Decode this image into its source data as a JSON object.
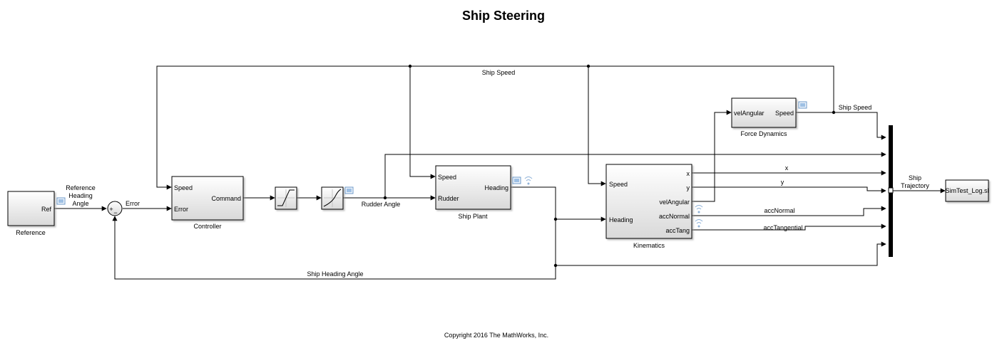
{
  "title": "Ship Steering",
  "copyright": "Copyright 2016 The MathWorks, Inc.",
  "blocks": {
    "reference": {
      "name": "Reference",
      "port_out": "Ref"
    },
    "controller": {
      "name": "Controller",
      "port_in_1": "Speed",
      "port_in_2": "Error",
      "port_out": "Command"
    },
    "sum": {
      "sign_plus": "+",
      "sign_minus": "−"
    },
    "ship_plant": {
      "name": "Ship Plant",
      "port_in_1": "Speed",
      "port_in_2": "Rudder",
      "port_out": "Heading"
    },
    "kinematics": {
      "name": "Kinematics",
      "port_in_1": "Speed",
      "port_in_2": "Heading",
      "port_out_1": "x",
      "port_out_2": "y",
      "port_out_3": "velAngular",
      "port_out_4": "accNormal",
      "port_out_5": "accTang"
    },
    "force_dynamics": {
      "name": "Force Dynamics",
      "port_in": "velAngular",
      "port_out": "Speed"
    },
    "log": {
      "name": "SimTest_Log.sl"
    }
  },
  "signals": {
    "ref_heading": [
      "Reference",
      "Heading",
      "Angle"
    ],
    "error": "Error",
    "rudder_angle": "Rudder Angle",
    "ship_speed_top": "Ship Speed",
    "ship_speed_right": "Ship Speed",
    "ship_heading": "Ship Heading Angle",
    "x": "x",
    "y": "y",
    "acc_normal": "accNormal",
    "acc_tangential": "accTangential",
    "trajectory": [
      "Ship",
      "Trajectory"
    ]
  }
}
